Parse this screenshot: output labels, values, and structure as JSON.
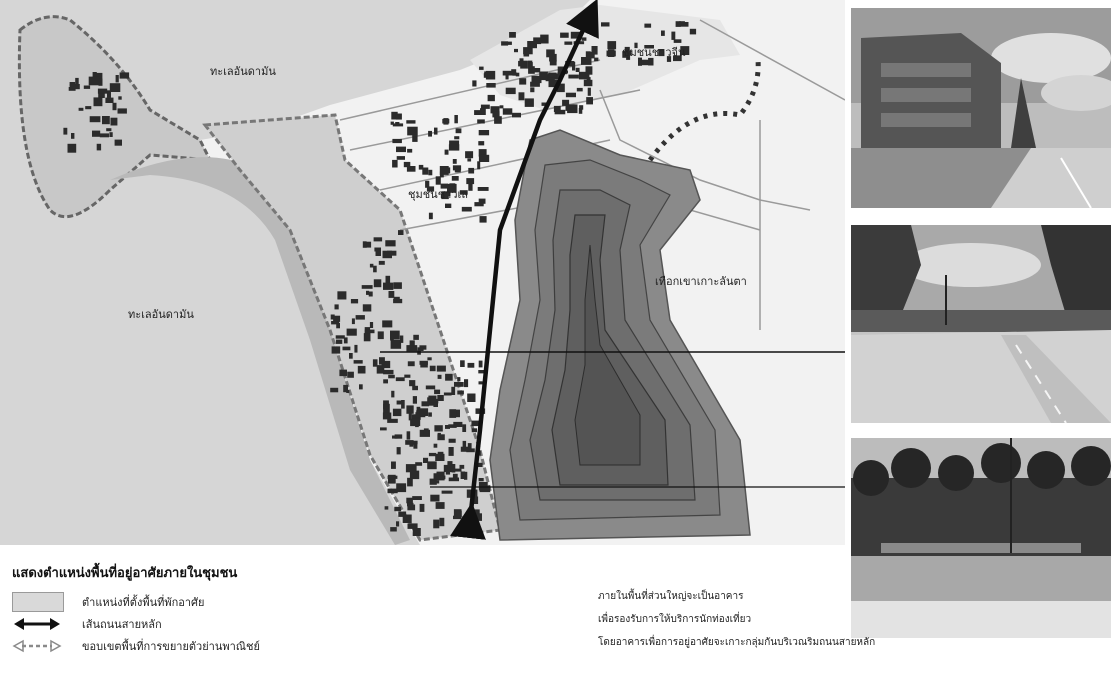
{
  "map": {
    "labels": {
      "sea_top": "ทะเลอันดามัน",
      "sea_left": "ทะเลอันดามัน",
      "community_chinese": "ชุมชนชาวจีน",
      "community_sea": "ชุมชนชาวเล",
      "mountain": "เทือกเขาเกาะลันตา"
    },
    "colors": {
      "sea": "#d6d6d6",
      "land": "#f2f2f2",
      "beach": "#b9b9b9",
      "residential": "#cfcfcf",
      "building": "#2b2b2b",
      "mountain_outer": "#8a8a8a",
      "mountain_inner": "#5f5f5f",
      "road": "#111111",
      "boundary": "#555555"
    }
  },
  "photos": [
    {
      "name": "photo-building-roadside",
      "icon": "building-photo"
    },
    {
      "name": "photo-main-road",
      "icon": "road-photo"
    },
    {
      "name": "photo-coconut-grove",
      "icon": "palm-photo"
    }
  ],
  "legend": {
    "title": "แสดงตำแหน่งพื้นที่อยู่อาศัยภายในชุมชน",
    "items": [
      {
        "label": "ตำแหน่งที่ตั้งพื้นที่พักอาศัย",
        "symbol": "residential-swatch"
      },
      {
        "label": "เส้นถนนสายหลัก",
        "symbol": "double-arrow-icon"
      },
      {
        "label": "ขอบเขตพื้นที่การขยายตัวย่านพาณิชย์",
        "symbol": "dashed-arrow-icon"
      }
    ]
  },
  "description": {
    "lines": [
      "ภายในพื้นที่ส่วนใหญ่จะเป็นอาคาร",
      "เพื่อรองรับการให้บริการนักท่องเที่ยว",
      "โดยอาคารเพื่อการอยู่อาศัยจะเกาะกลุ่มกันบริเวณริมถนนสายหลัก"
    ]
  }
}
